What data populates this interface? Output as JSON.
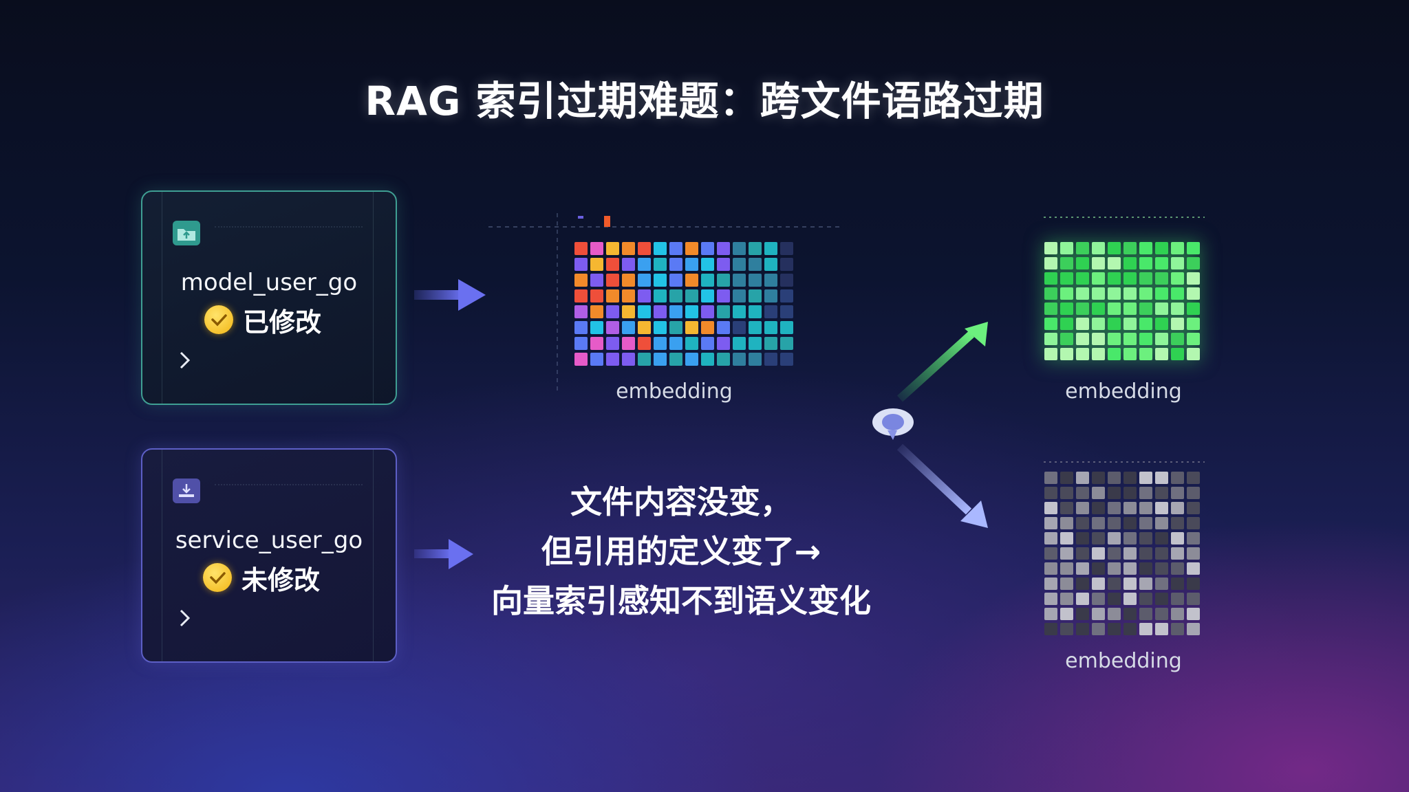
{
  "title": "RAG 索引过期难题：跨文件语路过期",
  "files": [
    {
      "name": "model_user_go",
      "status": "已修改",
      "icon": "folder-upload-icon",
      "accent": "#3f9f93"
    },
    {
      "name": "service_user_go",
      "status": "未修改",
      "icon": "download-tray-icon",
      "accent": "#5d5fc6"
    }
  ],
  "embedding_label": "embedding",
  "embeddings": {
    "original": "embedding",
    "updated": "embedding",
    "stale": "embedding"
  },
  "caption": {
    "line1": "文件内容没变，",
    "line2": "但引用的定义变了→",
    "line3": "向量索引感知不到语义变化"
  },
  "colors": {
    "green": "#49e86a",
    "gray": "#8c8c98",
    "arrow_blue": "#6166e8",
    "check_yellow": "#f2b515"
  }
}
